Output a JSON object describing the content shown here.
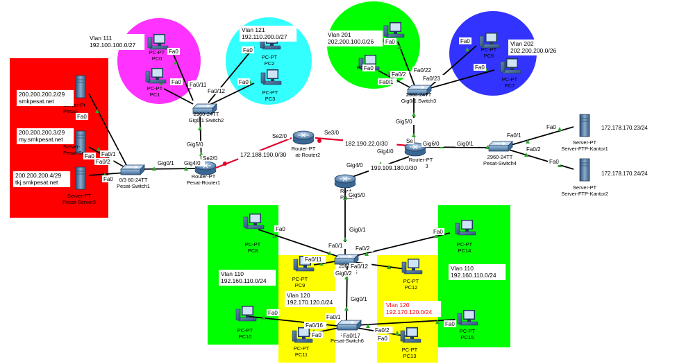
{
  "colors": {
    "red": "#ff0000",
    "magenta": "#ff33ff",
    "cyan": "#33ffff",
    "green": "#00ff00",
    "blue": "#3333ff",
    "yellow": "#ffff00",
    "link": "#000000",
    "wan": "#e0002a",
    "up": "#2ea82e",
    "vlanRed": "#ff0000"
  },
  "vlanLabels": {
    "v111": [
      "Vlan 111",
      "192.100.100.0/27"
    ],
    "v121": [
      "Vlan 121",
      "192.110.200.0/27"
    ],
    "v201": [
      "Vlan 201",
      "202.200.100.0/26"
    ],
    "v202": [
      "Vlan 202",
      "202.200.200.0/26"
    ],
    "v110a": [
      "Vlan 110",
      "192.160.110.0/24"
    ],
    "v110b": [
      "Vlan 110",
      "192.160.110.0/24"
    ],
    "v120a": [
      "Vlan 120",
      "192.170.120.0/24"
    ],
    "v120b": [
      "Vlan 120",
      "192.170.120.0/24"
    ]
  },
  "serverLabels": {
    "s1": [
      "200.200.200.2/29",
      "smkpesat.net"
    ],
    "s2": [
      "200.200.200.3/29",
      "my.smkpesat.net"
    ],
    "s3": [
      "200.200.200.4/29",
      "tkj.smkpesat.net"
    ]
  },
  "ftpIps": {
    "f1": "172.178.170.23/24",
    "f2": "172.178.170.24/24"
  },
  "devices": {
    "pc0": [
      "PC-PT",
      "PC0"
    ],
    "pc1": [
      "PC-PT",
      "PC1"
    ],
    "pc2": [
      "PC-PT",
      "PC2"
    ],
    "pc3": [
      "PC-PT",
      "PC3"
    ],
    "pc4": [
      "PC-PT",
      ""
    ],
    "pc5": [
      "PC-",
      ""
    ],
    "pc6": [
      "PC-PT",
      "PC6"
    ],
    "pc7": [
      "PC-PT",
      "PC7"
    ],
    "pc8": [
      "PC-PT",
      "PC8"
    ],
    "pc9": [
      "PC-PT",
      "PC9"
    ],
    "pc10": [
      "PC-PT",
      "PC10"
    ],
    "pc11": [
      "PC-PT",
      "PC11"
    ],
    "pc12": [
      "PC-PT",
      "PC12"
    ],
    "pc13": [
      "PC-PT",
      "PC13"
    ],
    "pc14": [
      "PC-PT",
      "PC14"
    ],
    "pc15": [
      "PC-PT",
      "PC15"
    ],
    "srv1": [
      "Server-Pt",
      "Pesat-"
    ],
    "srv2": [
      "Server-",
      "Pesat-Ser"
    ],
    "srv3": [
      "Server-PT",
      "Pesat-Server3"
    ],
    "ftp1": [
      "Server-PT",
      "Server-FTP-Kantor1"
    ],
    "ftp2": [
      "Server-PT",
      "Server-FTP-Kantor2"
    ],
    "sw1": [
      "0/3 60-24TT",
      "Pesat-Switch1"
    ],
    "sw2": [
      "2960-24TT",
      "Gig0/1 Switch2"
    ],
    "sw3": [
      "2960-24TT",
      "Gig0/1 Switch3"
    ],
    "sw4": [
      "2960-24TT",
      "Pesat-Switch4"
    ],
    "sw5": [
      "2960-",
      "Pesat-S"
    ],
    "sw6": [
      "2960-",
      "Pesat-Switch6"
    ],
    "r1": [
      "Router-PT",
      "Pesat-Router1"
    ],
    "r2": [
      "Router-PT",
      "Pesat-Router2"
    ],
    "r3": [
      "Router-PT",
      "outer3"
    ],
    "r4": [
      "Rout",
      "Pesat-"
    ]
  },
  "ports": {
    "p_pc0": "Fa0",
    "p_pc1": "Fa0",
    "p_sw2a": "Fa",
    "p_sw2b": "Fa0/11",
    "p_sw2c": "Fa0/12",
    "p_pc2": "Fa0",
    "p_pc3": "Fa0",
    "p_sw2g": "Gig5/0",
    "p_srv1": "Fa0",
    "p_srv2": "Fa0",
    "p_srv3": "Fa0",
    "p_sw1a": "Fa0/1",
    "p_sw1b": "Fa0/2",
    "p_sw1g": "Gig0/1",
    "p_r1g4": "Gig4/0",
    "p_r1se": "Se2/0",
    "p_r2se2": "Se2/0",
    "p_r2se3": "Se3/0",
    "p_r3se": "Se",
    "p_pc4": "Fa0",
    "p_pc5": "Fa0",
    "p_sw3a": "Fa0/2",
    "p_sw3b": "Fa0/1",
    "p_sw3c": "Fa0/22",
    "p_sw3d": "Fa0/23",
    "p_pc6": "Fa0",
    "p_pc7": "Fa0",
    "p_sw3g": "Gig5/0",
    "p_r3g6": "Gig6/0",
    "p_r3g4": "Gig4/0",
    "p_r4g4": "Gig4/0",
    "p_sw4g": "Gig0/1",
    "p_sw4a": "Fa0/1",
    "p_sw4b": "Fa0/2",
    "p_ftp1": "Fa0",
    "p_ftp2": "Fa0",
    "p_r4g5": "Gig5/0",
    "p_sw5g": "Gig0/1",
    "p_sw5a": "Fa0/1",
    "p_sw5b": "Fa0/2",
    "p_sw5c": "Fa0/11",
    "p_sw5d": "Fa0/12",
    "p_sw5e": "Gig0/2",
    "p_pc8": "Fa0",
    "p_pc14": "Fa0",
    "p_sw6g": "Gig0/1",
    "p_sw6a": "Fa0/1",
    "p_sw6b": "Fa0/16",
    "p_sw6c": "Fa0/17",
    "p_sw6d": "Fa0/2",
    "p_pc10": "Fa0",
    "p_pc11": "Fa0",
    "p_pc13": "Fa0",
    "p_pc15": "Fa0"
  },
  "networks": {
    "n1": "172.188.190.0/30",
    "n2": "182.190.22.0/30",
    "n3": "199.109.180.0/30"
  }
}
